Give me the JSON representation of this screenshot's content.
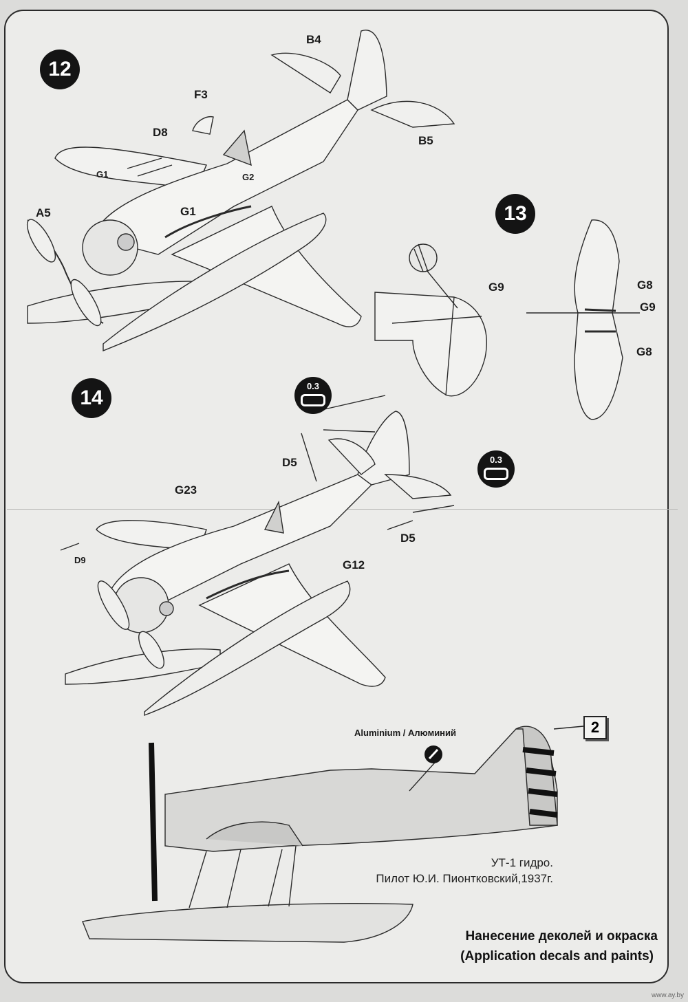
{
  "steps": {
    "s12": "12",
    "s13": "13",
    "s14": "14"
  },
  "labels": {
    "B4": "B4",
    "F3": "F3",
    "D8": "D8",
    "G1a": "G1",
    "G2": "G2",
    "G1b": "G1",
    "A5": "A5",
    "B5": "B5",
    "G9a": "G9",
    "G8a": "G8",
    "G9b": "G9",
    "G8b": "G8",
    "D5a": "D5",
    "G23": "G23",
    "D9": "D9",
    "G12": "G12",
    "D5b": "D5"
  },
  "badges": {
    "b1": "0.3",
    "b2": "0.3"
  },
  "paint": {
    "aluminium": "Aluminium / Алюминий",
    "decal_number": "2"
  },
  "caption": {
    "line1": "УТ-1 гидро.",
    "line2": "Пилот Ю.И. Пионтковский,1937г."
  },
  "title": {
    "ru": "Нанесение деколей и окраска",
    "en": "(Application decals and paints)"
  },
  "watermark": "www.ay.by",
  "colors": {
    "paper": "#ececea",
    "ink": "#141414",
    "aluminium_fill": "#d8d8d6"
  }
}
